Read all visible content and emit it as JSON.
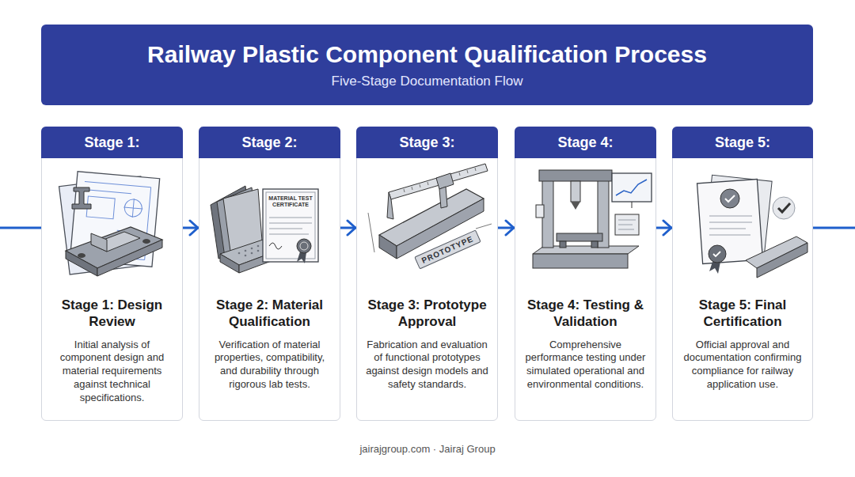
{
  "diagram": {
    "title": "Railway Plastic Component Qualification Process",
    "caption": "Five-Stage Documentation Flow",
    "nodes": [
      {
        "text": [
          "Stage 1:",
          "Stage 1: Design Review",
          "Initial analysis of component design and material requirements against technical specifications."
        ]
      },
      {
        "text": [
          "Stage 2:",
          "Stage 2: Material Qualification",
          "Verification of material properties, compatibility, and durability through rigorous lab tests."
        ]
      },
      {
        "text": [
          "Stage 3:",
          "Stage 3: Prototype Approval",
          "Fabrication and evaluation of functional prototypes against design models and safety standards."
        ]
      },
      {
        "text": [
          "Stage 4:",
          "Stage 4: Testing & Validation",
          "Comprehensive performance testing under simulated operational and environmental conditions."
        ]
      },
      {
        "text": [
          "Stage 5:",
          "Stage 5: Final Certification",
          "Official approval and documentation confirming compliance for railway application use."
        ]
      }
    ],
    "edges": [
      {
        "from": 0,
        "to": 1,
        "arrow": "to"
      },
      {
        "from": 1,
        "to": 2,
        "arrow": "to"
      },
      {
        "from": 2,
        "to": 3,
        "arrow": "to"
      },
      {
        "from": 3,
        "to": 4,
        "arrow": "to"
      }
    ],
    "labels": [
      "MATERIAL TEST CERTIFICATE",
      "PROTOTYPE",
      "jairajgroup.com · Jairaj Group"
    ]
  }
}
